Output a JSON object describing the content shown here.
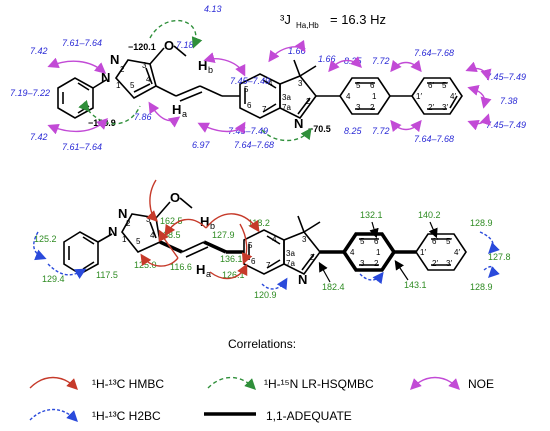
{
  "coupling": {
    "label": "³J",
    "sub": "Ha,Hb",
    "value": "= 16.3 Hz"
  },
  "top": {
    "atoms": {
      "N1": "N",
      "N2": "N",
      "N_ind": "N",
      "O": "O",
      "Hb": "H",
      "Hb_sub": "b",
      "Ha": "H",
      "Ha_sub": "a",
      "n1": "1",
      "n2": "2",
      "n3": "3",
      "n4": "4",
      "n5": "5",
      "i2": "2",
      "i3": "3",
      "i3a": "3a",
      "i4": "4",
      "i5": "5",
      "i6": "6",
      "i7": "7",
      "i7a": "7a",
      "p1": "1",
      "p2": "2",
      "p3": "3",
      "p4": "4",
      "p5": "5",
      "p6": "6",
      "q1": "1′",
      "q2": "2′",
      "q3": "3′",
      "q4": "4′",
      "q5": "5′",
      "q6": "6′"
    },
    "n15": {
      "n2": "−120.1",
      "n1": "−188.9",
      "n_ind": "−70.5"
    },
    "shifts": {
      "och3": "4.13",
      "ph_o_top": "7.42",
      "ph_range_top": "7.61–7.64",
      "ph_p": "7.19–7.22",
      "ph_o_bot": "7.42",
      "ph_range_bot": "7.61–7.64",
      "h5_pyr": "7.86",
      "hb": "7.18",
      "ha": "6.97",
      "me1": "1.66",
      "me2": "1.66",
      "h4_range": "7.45–7.49",
      "h6_range": "7.45–7.49",
      "h7_range": "7.64–7.68",
      "p_h_top_l": "8.25",
      "p_h_top_r": "7.72",
      "p_h_bot_l": "8.25",
      "p_h_bot_r": "7.72",
      "q_top": "7.64–7.68",
      "q_bot": "7.64–7.68",
      "q_right_top": "7.45–7.49",
      "q_right_mid": "7.38",
      "q_right_bot": "7.45–7.49"
    }
  },
  "bottom": {
    "atoms": {
      "N1": "N",
      "N2": "N",
      "N_ind": "N",
      "O": "O",
      "Hb": "H",
      "Hb_sub": "b",
      "Ha": "H",
      "Ha_sub": "a",
      "n1": "1",
      "n2": "2",
      "n3": "3",
      "n4": "4",
      "n5": "5",
      "i2": "2",
      "i3": "3",
      "i3a": "3a",
      "i4": "4",
      "i5": "5",
      "i6": "6",
      "i7": "7",
      "i7a": "7a",
      "p1": "1",
      "p2": "2",
      "p3": "3",
      "p4": "4",
      "p5": "5",
      "p6": "6",
      "q1": "1′",
      "q2": "2′",
      "q3": "3′",
      "q4": "4′",
      "q5": "5′",
      "q6": "6′"
    },
    "c13": {
      "c3": "162.5",
      "c4": "108.5",
      "cb": "127.9",
      "c_ind4": "118.2",
      "p1": "132.1",
      "q1": "140.2",
      "q_top": "128.9",
      "ph_o": "125.2",
      "ph_m": "129.4",
      "ph_ipso": "117.5",
      "c5": "125.0",
      "ca": "116.6",
      "c_ind5": "136.1",
      "c_ind6": "126.1",
      "c_ind7": "120.9",
      "c_ind2": "182.4",
      "p4": "143.1",
      "q_para": "127.8",
      "q_bot": "128.9"
    }
  },
  "legend": {
    "title": "Correlations:",
    "hmbc": "¹H-¹³C HMBC",
    "lr": "¹H-¹⁵N LR-HSQMBC",
    "noe": "NOE",
    "h2bc": "¹H-¹³C H2BC",
    "adequate": "1,1-ADEQUATE"
  },
  "colors": {
    "hmbc": "#c63a2a",
    "h2bc": "#2a4adb",
    "lr": "#2f8f3a",
    "noe": "#c24ad6",
    "proton_shift": "#2b2bd6",
    "carbon_shift": "#2e8b22"
  }
}
